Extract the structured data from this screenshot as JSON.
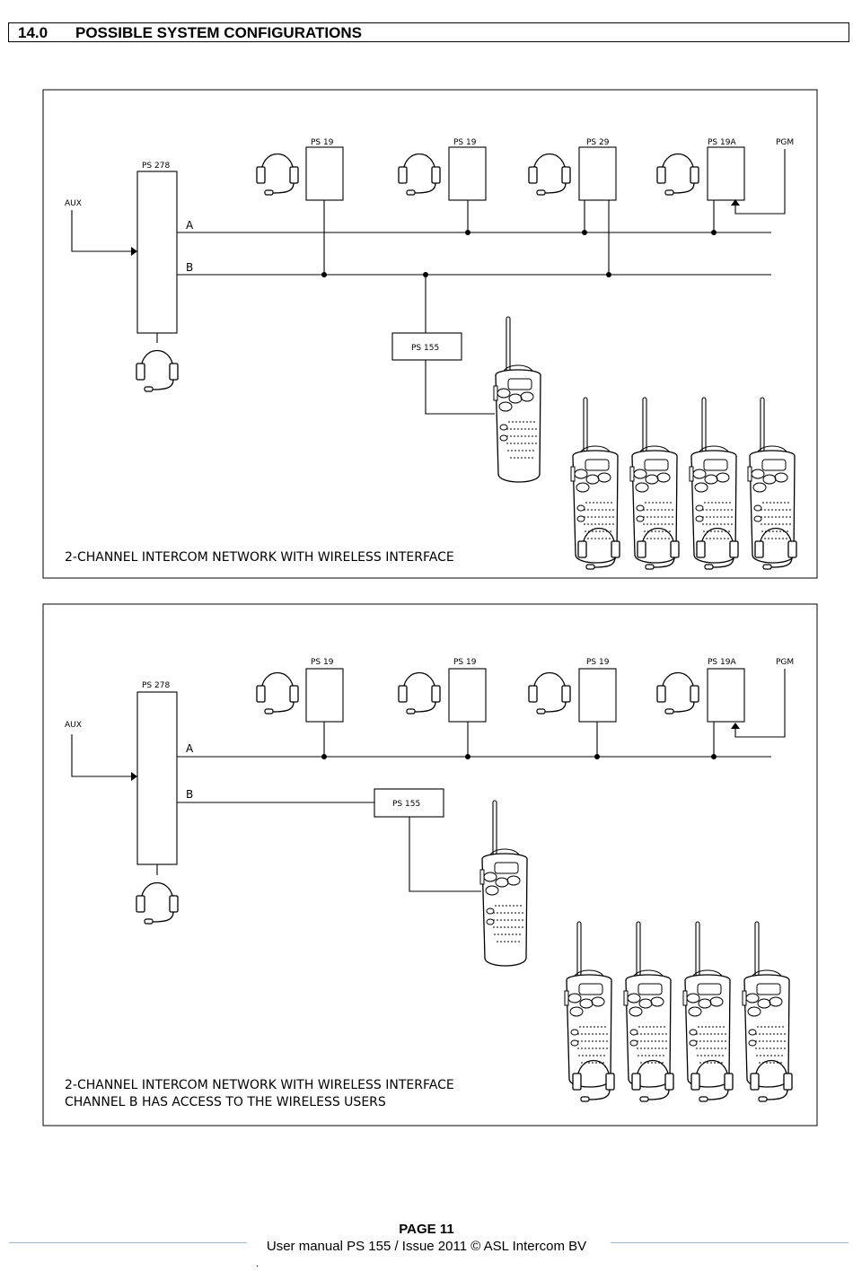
{
  "section": {
    "number": "14.0",
    "title": "POSSIBLE SYSTEM CONFIGURATIONS"
  },
  "diagrams": [
    {
      "caption_lines": [
        "2-CHANNEL INTERCOM NETWORK WITH WIRELESS INTERFACE"
      ],
      "master": "PS 278",
      "aux": "AUX",
      "pgm": "PGM",
      "channel_a": "A",
      "channel_b": "B",
      "stations": [
        "PS 19",
        "PS 19",
        "PS 29",
        "PS 19A"
      ],
      "wireless_interface": "PS 155"
    },
    {
      "caption_lines": [
        "2-CHANNEL INTERCOM NETWORK WITH WIRELESS INTERFACE",
        "CHANNEL B HAS ACCESS TO THE WIRELESS USERS"
      ],
      "master": "PS 278",
      "aux": "AUX",
      "pgm": "PGM",
      "channel_a": "A",
      "channel_b": "B",
      "stations": [
        "PS 19",
        "PS 19",
        "PS 19",
        "PS 19A"
      ],
      "wireless_interface": "PS 155"
    }
  ],
  "footer": {
    "page": "PAGE 11",
    "text": "User manual PS 155 / Issue 2011 © ASL Intercom BV",
    "dot": "."
  }
}
